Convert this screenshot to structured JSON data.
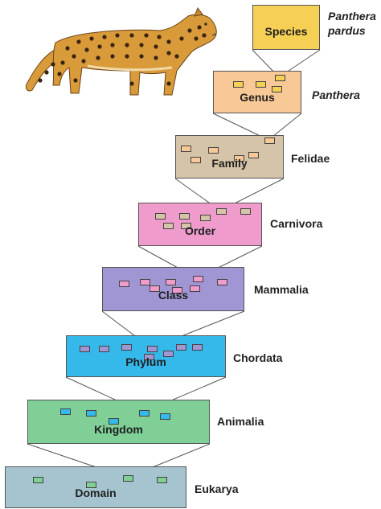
{
  "ranks": [
    {
      "id": "species",
      "rank": "Species",
      "taxon": "",
      "color": "#f6cf55",
      "mini_color": null
    },
    {
      "id": "genus",
      "rank": "Genus",
      "taxon": "Panthera",
      "color": "#f8c896",
      "mini_color": "#f6cf55"
    },
    {
      "id": "family",
      "rank": "Family",
      "taxon": "Felidae",
      "color": "#d6c4a8",
      "mini_color": "#f8c896"
    },
    {
      "id": "order",
      "rank": "Order",
      "taxon": "Carnivora",
      "color": "#ef9ccd",
      "mini_color": "#d6c4a8"
    },
    {
      "id": "class",
      "rank": "Class",
      "taxon": "Mammalia",
      "color": "#9f96d3",
      "mini_color": "#ef9ccd"
    },
    {
      "id": "phylum",
      "rank": "Phylum",
      "taxon": "Chordata",
      "color": "#35b9ea",
      "mini_color": "#9f96d3"
    },
    {
      "id": "kingdom",
      "rank": "Kingdom",
      "taxon": "Animalia",
      "color": "#7fcf97",
      "mini_color": "#35b9ea"
    },
    {
      "id": "domain",
      "rank": "Domain",
      "taxon": "Eukarya",
      "color": "#a6c4cf",
      "mini_color": "#7fcf97"
    }
  ],
  "species_name": {
    "line1": "Panthera",
    "line2": "pardus"
  },
  "illustration": {
    "subject": "leopard",
    "body_color": "#d99b3a",
    "spot_color": "#3a2410"
  },
  "line_color": "#555555"
}
